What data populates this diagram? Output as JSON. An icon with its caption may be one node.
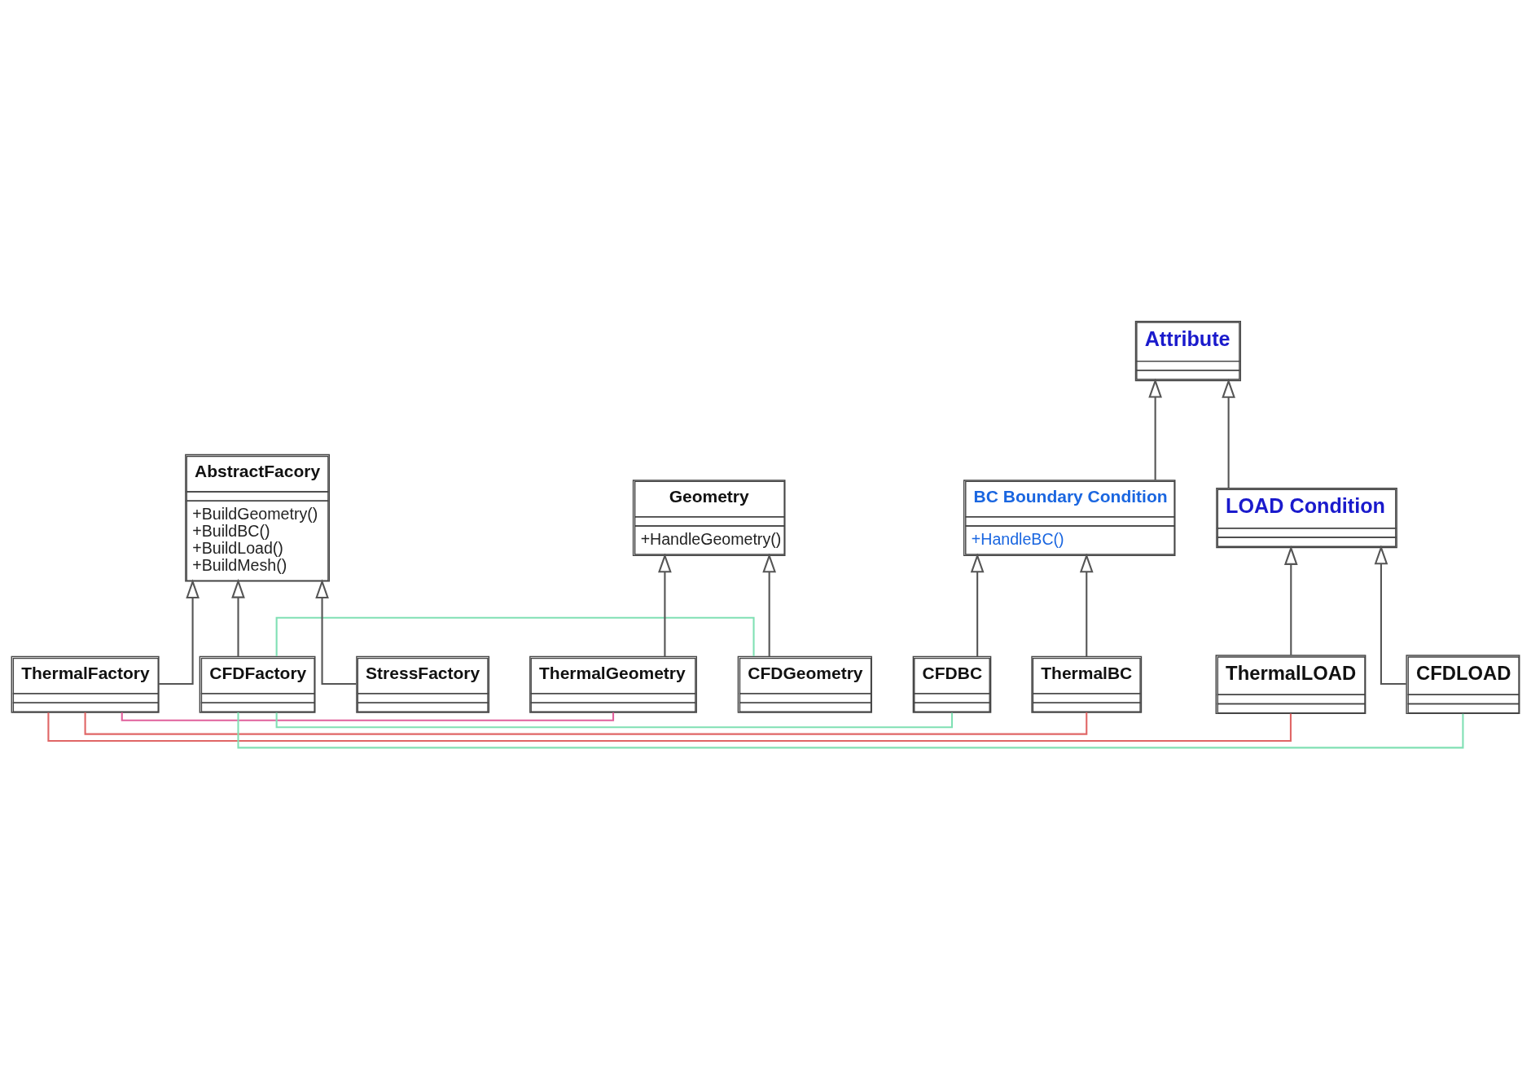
{
  "diagram": {
    "nodes": [
      {
        "text": [
          "AbstractFacory",
          "+BuildGeometry()",
          "+BuildBC()",
          "+BuildLoad()",
          "+BuildMesh()"
        ]
      },
      {
        "text": [
          "Geometry",
          "+HandleGeometry()"
        ]
      },
      {
        "text": [
          "Attribute"
        ]
      },
      {
        "text": [
          "ThermalFactory"
        ]
      },
      {
        "text": [
          "CFDFactory"
        ]
      },
      {
        "text": [
          "StressFactory"
        ]
      },
      {
        "text": [
          "ThermalGeometry"
        ]
      },
      {
        "text": [
          "CFDGeometry"
        ]
      },
      {
        "text": [
          "BC Boundary Condition",
          "+HandleBC()"
        ]
      },
      {
        "text": [
          "ThermalBC"
        ]
      },
      {
        "text": [
          "CFDBC"
        ]
      },
      {
        "text": [
          "LOAD Condition"
        ]
      },
      {
        "text": [
          "ThermalLOAD"
        ]
      },
      {
        "text": [
          "CFDLOAD"
        ]
      }
    ],
    "edges": [
      {
        "from": 3,
        "to": 0,
        "arrow": "to"
      },
      {
        "from": 4,
        "to": 0,
        "arrow": "to"
      },
      {
        "from": 5,
        "to": 0,
        "arrow": "to"
      },
      {
        "from": 6,
        "to": 1,
        "arrow": "to"
      },
      {
        "from": 7,
        "to": 1,
        "arrow": "to"
      },
      {
        "from": 8,
        "to": 2,
        "arrow": "to"
      },
      {
        "from": 11,
        "to": 2,
        "arrow": "to"
      },
      {
        "from": 9,
        "to": 8,
        "arrow": "to"
      },
      {
        "from": 10,
        "to": 8,
        "arrow": "to"
      },
      {
        "from": 12,
        "to": 11,
        "arrow": "to"
      },
      {
        "from": 13,
        "to": 11,
        "arrow": "to"
      },
      {
        "from": 3,
        "to": 6,
        "arrow": "none",
        "color": "#e0609c"
      },
      {
        "from": 4,
        "to": 7,
        "arrow": "none",
        "color": "#80e0b4"
      },
      {
        "from": 3,
        "to": 9,
        "arrow": "none",
        "color": "#e06666"
      },
      {
        "from": 4,
        "to": 10,
        "arrow": "none",
        "color": "#80e0b4"
      },
      {
        "from": 3,
        "to": 12,
        "arrow": "none",
        "color": "#e06666"
      },
      {
        "from": 4,
        "to": 13,
        "arrow": "none",
        "color": "#80e0b4"
      }
    ]
  }
}
